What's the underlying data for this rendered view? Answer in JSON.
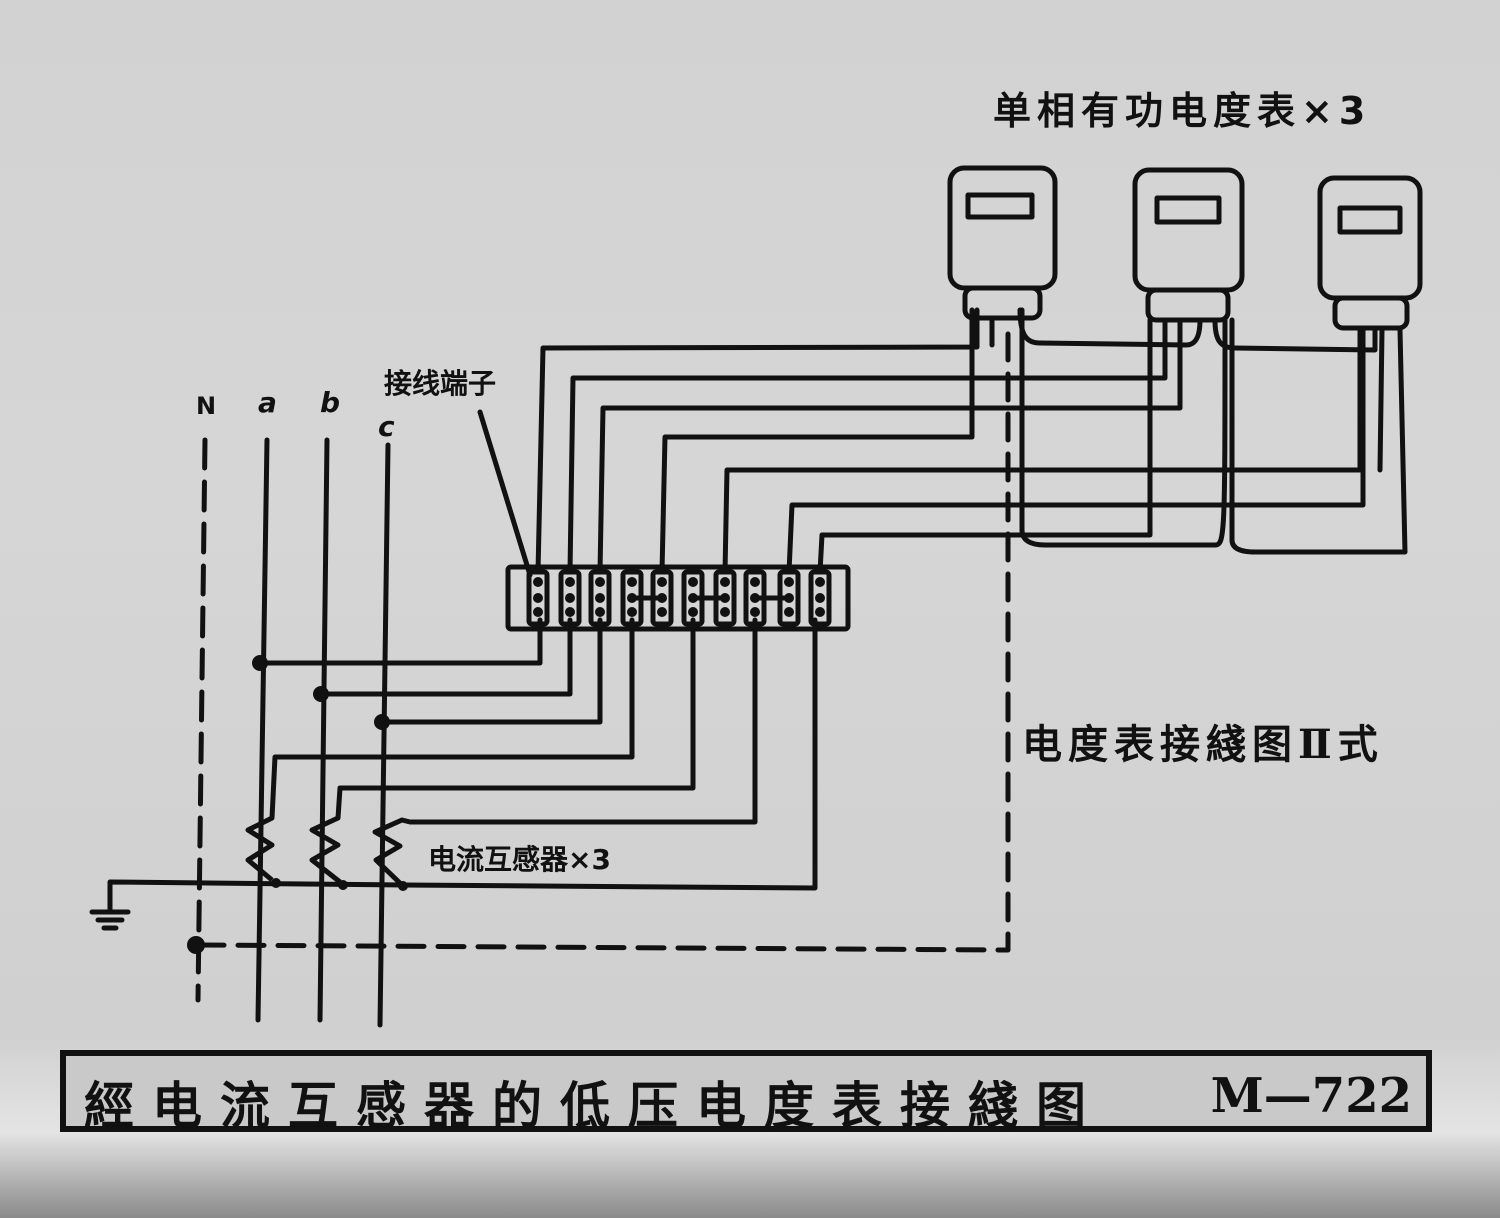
{
  "labels": {
    "meters": "单相有功电度表×3",
    "terminal_block": "接线端子",
    "current_transformers": "电流互感器×3",
    "diagram_type": "电度表接綫图Ⅱ式"
  },
  "buses": {
    "neutral": "N",
    "phase_a": "a",
    "phase_b": "b",
    "phase_c": "c"
  },
  "title": {
    "text": "經电流互感器的低压电度表接綫图",
    "code": "M—722"
  },
  "components": {
    "meter_count": 3,
    "terminal_count": 10,
    "ct_count": 3
  },
  "colors": {
    "ink": "#111111",
    "paper": "#d4d4d4"
  }
}
